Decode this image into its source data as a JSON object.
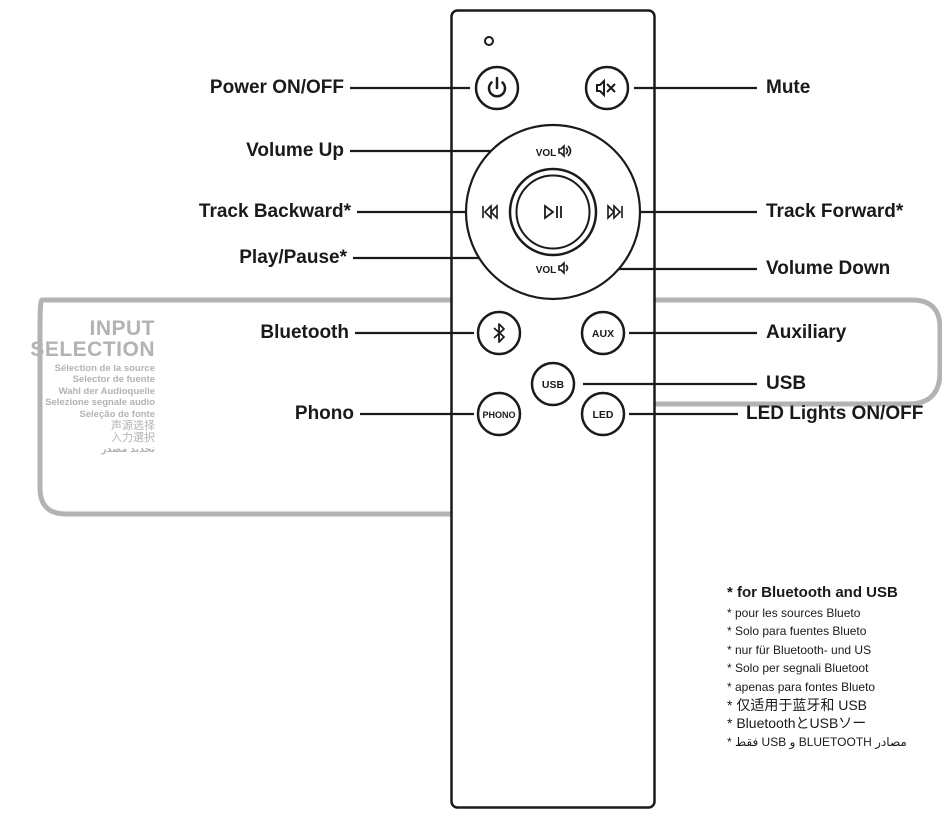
{
  "labels": {
    "power": "Power ON/OFF",
    "mute": "Mute",
    "volume_up": "Volume Up",
    "track_backward": "Track Backward*",
    "track_forward": "Track Forward*",
    "play_pause": "Play/Pause*",
    "volume_down": "Volume Down",
    "bluetooth": "Bluetooth",
    "auxiliary": "Auxiliary",
    "usb": "USB",
    "phono": "Phono",
    "led": "LED Lights ON/OFF"
  },
  "buttons": {
    "vol_up_text": "VOL",
    "vol_down_text": "VOL",
    "aux_text": "AUX",
    "usb_text": "USB",
    "phono_text": "PHONO",
    "led_text": "LED"
  },
  "input_selection": {
    "title_line1": "INPUT",
    "title_line2": "SELECTION",
    "translations": [
      "Sélection de la source",
      "Selector de fuente",
      "Wahl der Audioquelle",
      "Selezione segnale audio",
      "Seleção de fonte",
      "声源选择",
      "入力選択",
      "تحديد مصدر"
    ]
  },
  "footnotes": {
    "main": "* for Bluetooth and USB",
    "translations": [
      "* pour les sources Blueto",
      "* Solo para fuentes Blueto",
      "* nur für Bluetooth- und US",
      "* Solo per segnali Bluetoot",
      "* apenas para fontes Blueto",
      "* 仅适用于蓝牙和 USB",
      "* BluetoothとUSBソー",
      "* فقط USB و BLUETOOTH مصادر"
    ]
  },
  "colors": {
    "line": "#1a1a1a",
    "outline_gray": "#b3b3b3",
    "input_text_gray": "#b3b3b3"
  }
}
